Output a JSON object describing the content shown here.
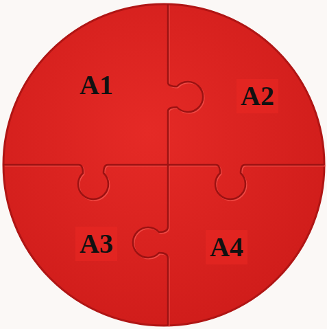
{
  "diagram": {
    "nodes": [
      {
        "text": [
          "A1"
        ]
      },
      {
        "text": [
          "A2"
        ]
      },
      {
        "text": [
          "A3"
        ]
      },
      {
        "text": [
          "A4"
        ]
      }
    ]
  }
}
